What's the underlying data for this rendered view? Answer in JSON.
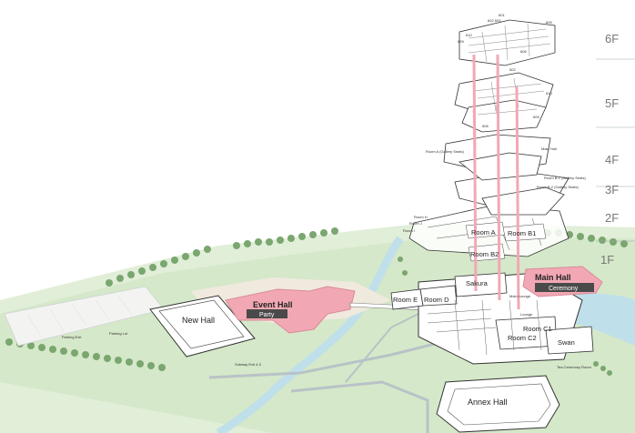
{
  "floors": {
    "f6": "6F",
    "f5": "5F",
    "f4": "4F",
    "f3": "3F",
    "f2": "2F",
    "f1": "1F"
  },
  "halls": {
    "main_hall": "Main Hall",
    "ceremony": "Ceremony",
    "event_hall": "Event Hall",
    "party": "Party",
    "new_hall": "New Hall",
    "annex_hall": "Annex Hall",
    "swan": "Swan",
    "sakura": "Sakura"
  },
  "rooms": {
    "room_a": "Room A",
    "room_b1": "Room B1",
    "room_b2": "Room B2",
    "room_c1": "Room C1",
    "room_c2": "Room C2",
    "room_d": "Room D",
    "room_e": "Room E"
  },
  "small_labels": {
    "parking_exit": "Parking Exit",
    "parking_lot": "Parking Lot",
    "subway_exit": "Subway Exit 4-3",
    "main_lounge": "Main Lounge",
    "lounge": "Lounge",
    "room_h": "Room H",
    "room_j": "Room J",
    "room_i": "Room I",
    "main_hall_3f": "Main Hall",
    "room_a_gallery": "Room A (Gallery Seats)",
    "room_b1_gallery": "Room B-1 (Gallery Seats)",
    "room_b2_gallery": "Room B-2 (Gallery Seats)",
    "tea_ceremony": "Tea Ceremony Room"
  },
  "colors": {
    "pink": "#f2a8b4",
    "pink_dark": "#e88598",
    "label_bg": "#4a4a4a",
    "green": "#d9ebcf",
    "water": "#bfe0ea"
  }
}
